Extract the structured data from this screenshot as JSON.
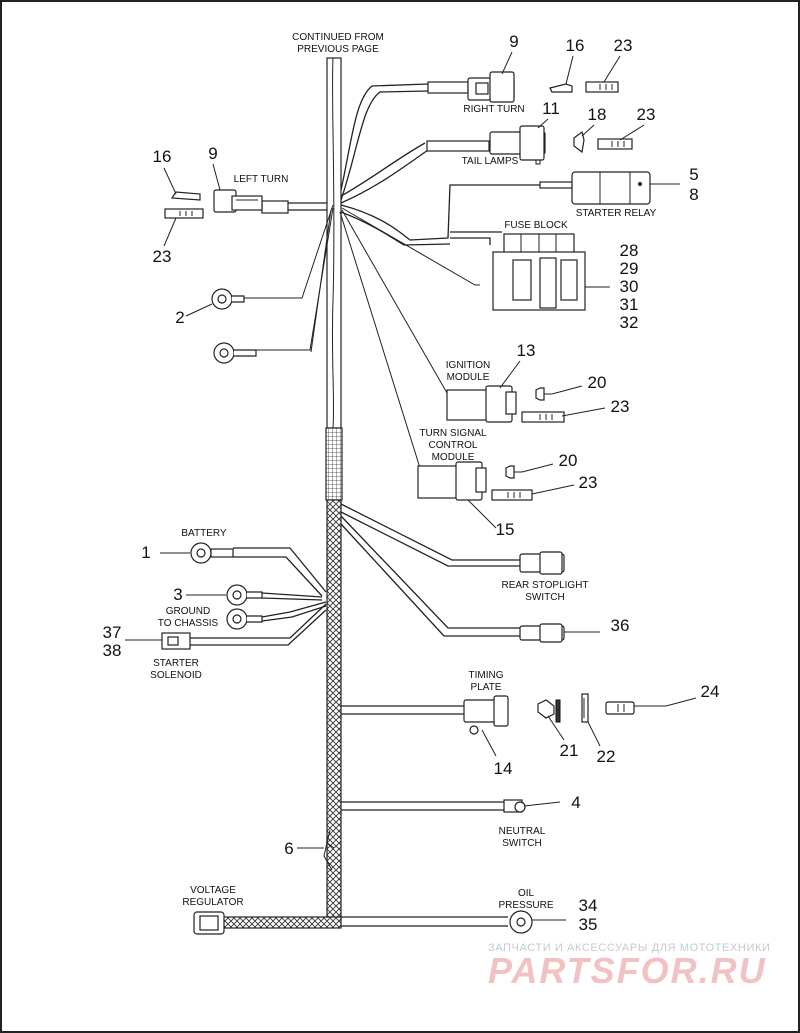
{
  "labels": {
    "continued": [
      "CONTINUED FROM",
      "PREVIOUS PAGE"
    ],
    "right_turn": "RIGHT TURN",
    "tail_lamps": "TAIL LAMPS",
    "left_turn": "LEFT TURN",
    "starter_relay": "STARTER RELAY",
    "fuse_block": "FUSE BLOCK",
    "ignition_module": [
      "IGNITION",
      "MODULE"
    ],
    "turn_signal_module": [
      "TURN SIGNAL",
      "CONTROL",
      "MODULE"
    ],
    "battery": "BATTERY",
    "ground": [
      "GROUND",
      "TO CHASSIS"
    ],
    "starter_solenoid": [
      "STARTER",
      "SOLENOID"
    ],
    "rear_stoplight": [
      "REAR STOPLIGHT",
      "SWITCH"
    ],
    "timing_plate": [
      "TIMING",
      "PLATE"
    ],
    "neutral_switch": [
      "NEUTRAL",
      "SWITCH"
    ],
    "voltage_regulator": [
      "VOLTAGE",
      "REGULATOR"
    ],
    "oil_pressure": [
      "OIL",
      "PRESSURE"
    ]
  },
  "callouts": {
    "rt9": "9",
    "rt16": "16",
    "rt23": "23",
    "tl11": "11",
    "tl18": "18",
    "tl23": "23",
    "lt16": "16",
    "lt9": "9",
    "lt23": "23",
    "sr5": "5",
    "sr8": "8",
    "fb28": "28",
    "fb29": "29",
    "fb30": "30",
    "fb31": "31",
    "fb32": "32",
    "c2": "2",
    "im13": "13",
    "im20": "20",
    "im23": "23",
    "ts20": "20",
    "ts23": "23",
    "ts15": "15",
    "c1": "1",
    "c3": "3",
    "c37": "37",
    "c38": "38",
    "c36": "36",
    "c14": "14",
    "c21": "21",
    "c22": "22",
    "c24": "24",
    "c4": "4",
    "c6": "6",
    "c34": "34",
    "c35": "35"
  },
  "watermark": {
    "line1": "ЗАПЧАСТИ И АКСЕССУАРЫ ДЛЯ МОТОТЕХНИКИ",
    "line2": "PARTSFOR.RU"
  }
}
